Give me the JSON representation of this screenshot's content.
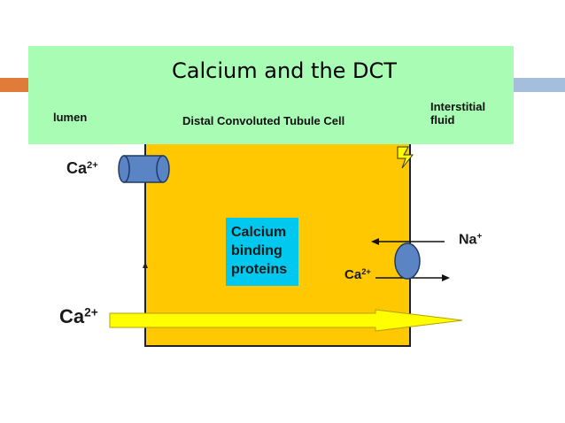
{
  "title": "Calcium and the DCT",
  "labels": {
    "lumen": "lumen",
    "cell": "Distal Convoluted Tubule Cell",
    "interstitial_line1": "Interstitial",
    "interstitial_line2": "fluid"
  },
  "calcium_binding_proteins": {
    "line1": "Calcium",
    "line2": "binding",
    "line3": "proteins"
  },
  "ions": {
    "ca_lumen": {
      "symbol": "Ca",
      "charge": "2+"
    },
    "ca_paracellular": {
      "symbol": "Ca",
      "charge": "2+"
    },
    "na": {
      "symbol": "Na",
      "charge": "+"
    },
    "ca_basolateral": {
      "symbol": "Ca",
      "charge": "2+"
    }
  },
  "colors": {
    "header_band": "#a8fcb4",
    "cell_fill": "#ffc800",
    "binding_protein_box": "#00c8ee",
    "channel": "#5b84c4",
    "paracellular_arrow": "#ffff00",
    "accent_left": "#e07b39",
    "accent_right": "#a5bedb"
  }
}
